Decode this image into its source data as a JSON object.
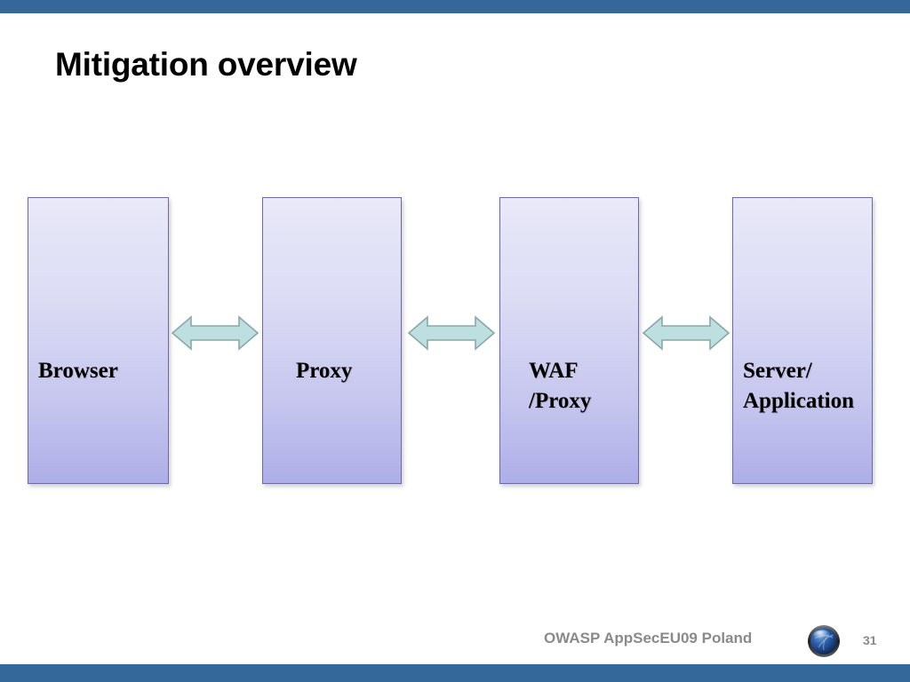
{
  "slide": {
    "title": "Mitigation overview",
    "page_number": "31",
    "accent_color": "#34679a",
    "background_color": "#ffffff"
  },
  "diagram": {
    "type": "flow",
    "box_fill_top": "#e9e9f9",
    "box_fill_bottom": "#aeaee8",
    "box_border": "#6a6aa8",
    "arrow_fill": "#bddfe0",
    "arrow_border": "#8aa8a8",
    "nodes": [
      {
        "id": "browser",
        "label": "Browser"
      },
      {
        "id": "proxy",
        "label": "Proxy"
      },
      {
        "id": "waf",
        "label_line1": "WAF",
        "label_line2": "/Proxy"
      },
      {
        "id": "server",
        "label_line1": "Server/",
        "label_line2": "Application"
      }
    ],
    "connectors": [
      {
        "id": "arrow-1",
        "from": "browser",
        "to": "proxy",
        "style": "double-headed"
      },
      {
        "id": "arrow-2",
        "from": "proxy",
        "to": "waf",
        "style": "double-headed"
      },
      {
        "id": "arrow-3",
        "from": "waf",
        "to": "server",
        "style": "double-headed"
      }
    ]
  },
  "footer": {
    "text": "OWASP AppSecEU09 Poland",
    "logo_icon": "owasp-globe-icon"
  }
}
